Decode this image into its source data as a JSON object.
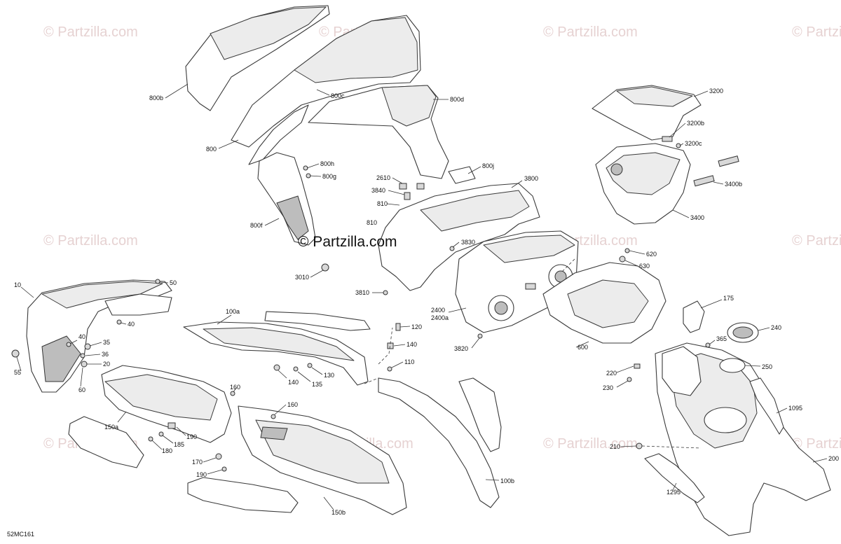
{
  "diagram": {
    "code": "52MC161",
    "watermark": "© Partzilla.com",
    "center_watermark": "© Partzilla.com",
    "labels": {
      "l800b": "800b",
      "l800c": "800c",
      "l800d": "800d",
      "l800": "800",
      "l800h": "800h",
      "l800g": "800g",
      "l800j": "800j",
      "l800f": "800f",
      "l2610": "2610",
      "l3840": "3840",
      "l810a": "810",
      "l810b": "810",
      "l3800": "3800",
      "l3830": "3830",
      "l3010": "3010",
      "l3810": "3810",
      "l3200": "3200",
      "l3200b": "3200b",
      "l3200c": "3200c",
      "l3400b": "3400b",
      "l3400": "3400",
      "l620": "620",
      "l630": "630",
      "l2400": "2400",
      "l2400a": "2400a",
      "l3820": "3820",
      "l600": "600",
      "l10": "10",
      "l50": "50",
      "l40a": "40",
      "l40b": "40",
      "l35": "35",
      "l36": "36",
      "l20": "20",
      "l55": "55",
      "l60": "60",
      "l100a": "100a",
      "l120": "120",
      "l140a": "140",
      "l140b": "140",
      "l135": "135",
      "l130": "130",
      "l110": "110",
      "l160a": "160",
      "l160b": "160",
      "l150a": "150a",
      "l190a": "190",
      "l185": "185",
      "l180": "180",
      "l170": "170",
      "l190b": "190",
      "l150b": "150b",
      "l100b": "100b",
      "l175": "175",
      "l240": "240",
      "l365": "365",
      "l250": "250",
      "l220": "220",
      "l230": "230",
      "l1095": "1095",
      "l210": "210",
      "l200": "200",
      "l1295": "1295"
    }
  }
}
